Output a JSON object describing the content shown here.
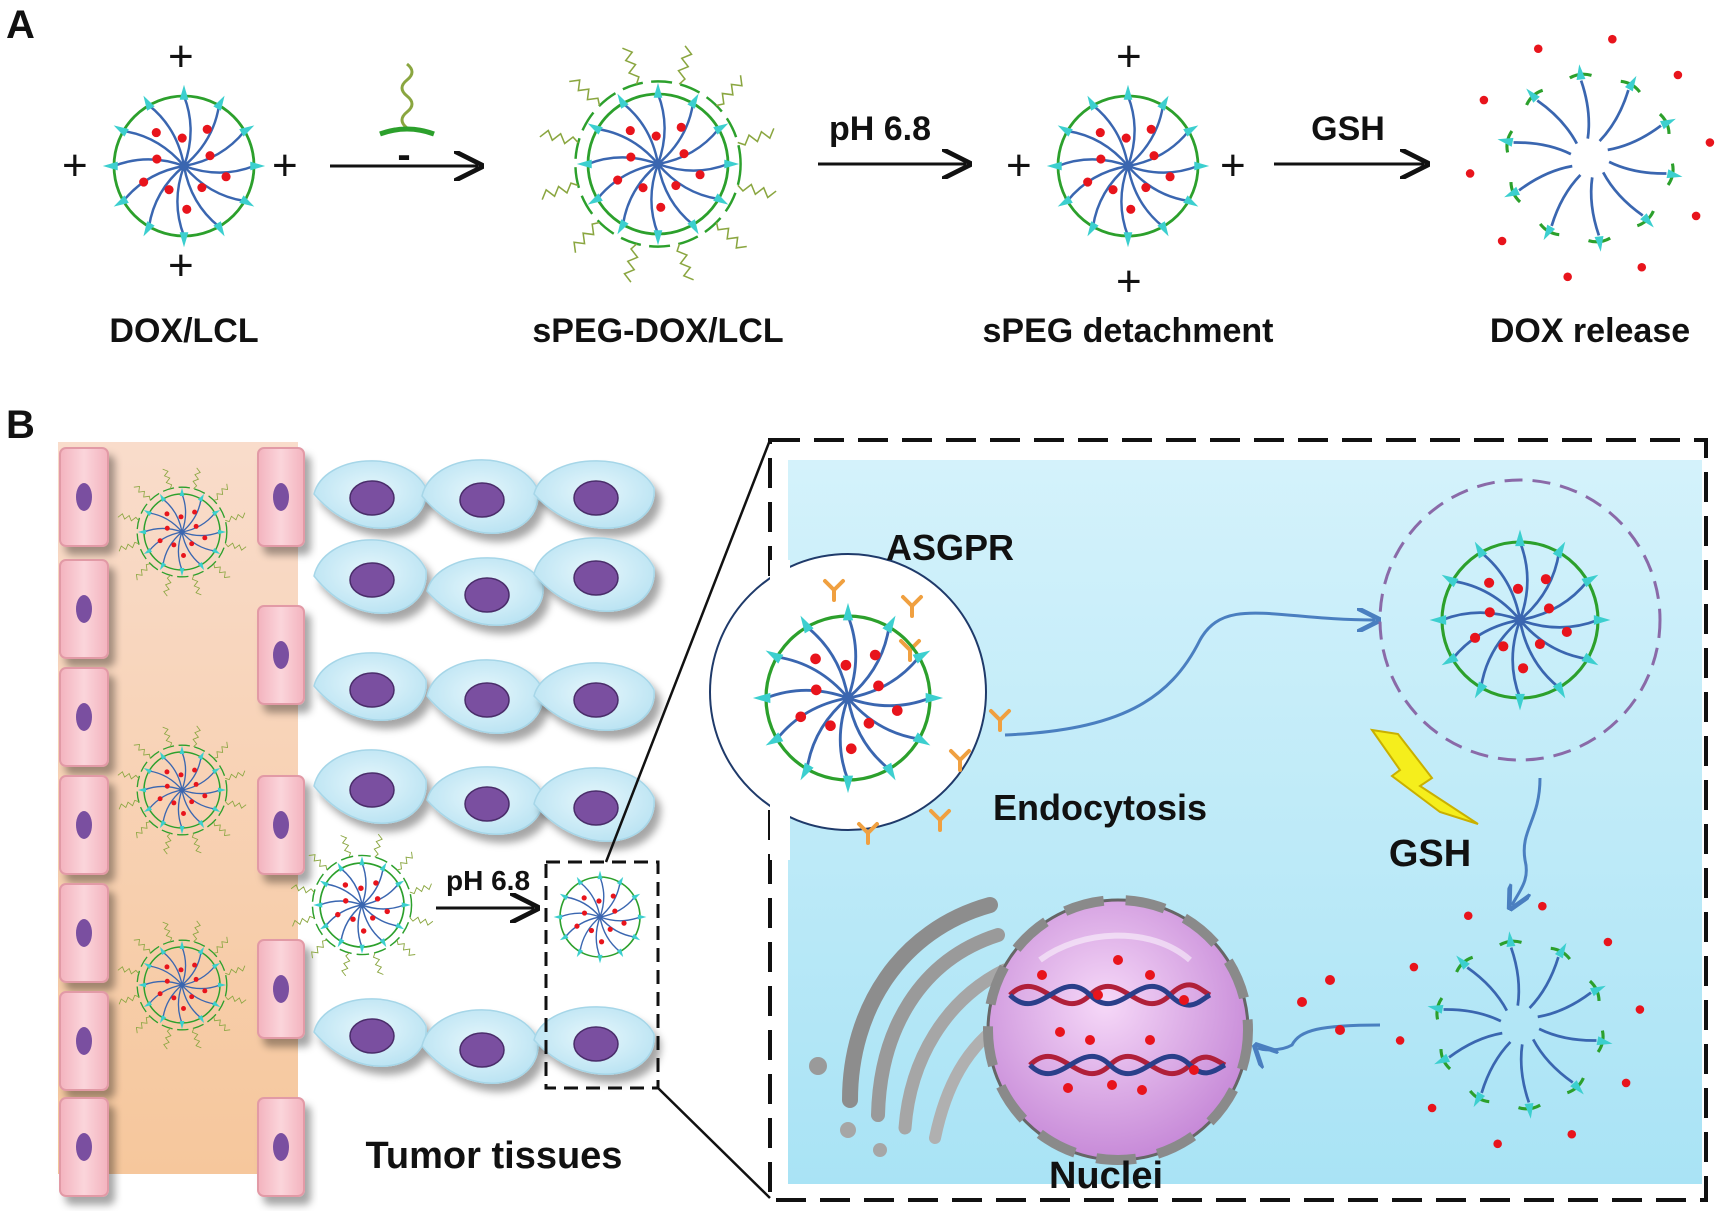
{
  "panel_a": {
    "letter": "A",
    "stages": [
      {
        "label": "DOX/LCL"
      },
      {
        "label": "sPEG-DOX/LCL"
      },
      {
        "label": "sPEG detachment"
      },
      {
        "label": "DOX release"
      }
    ],
    "arrows": [
      {
        "label": ""
      },
      {
        "label": "pH 6.8"
      },
      {
        "label": "GSH"
      }
    ],
    "charge_symbol": "+",
    "peg_charge_symbol": "-"
  },
  "panel_b": {
    "letter": "B",
    "tumor_label": "Tumor tissues",
    "ph_label": "pH 6.8",
    "asgpr_label": "ASGPR",
    "endocytosis_label": "Endocytosis",
    "gsh_label": "GSH",
    "nuclei_label": "Nuclei"
  },
  "colors": {
    "core_line": "#3a66b0",
    "shell": "#2ca02c",
    "dox": "#e8141c",
    "peg": "#8aa640",
    "arrowhead": "#3ccfcf",
    "cell_blue": "#cdeef8",
    "nucleus_purple": "#7a4fa0",
    "vessel_cell": "#f7c5cc",
    "zoom_bg": "#cbeefa",
    "lightning": "#f5ee1c",
    "flow_arrow": "#4a7fc0",
    "endosome": "#8a6aa8"
  },
  "icons": [
    "micelle-icon",
    "peg-chain-icon",
    "tumor-cell-icon",
    "vessel-cell-icon",
    "receptor-icon",
    "lightning-icon",
    "dna-icon",
    "golgi-icon",
    "nucleus-icon"
  ]
}
